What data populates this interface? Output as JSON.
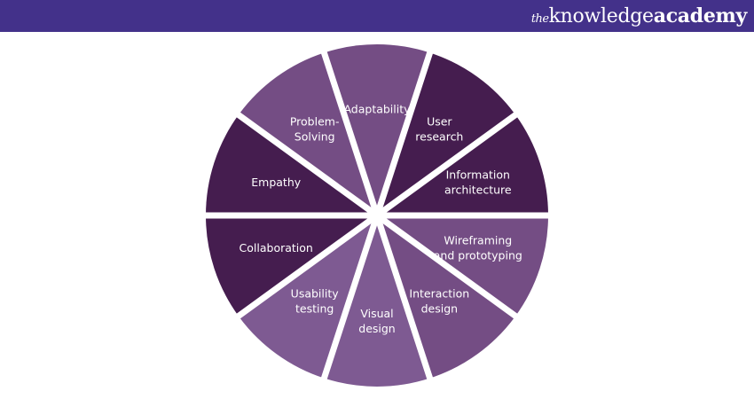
{
  "header": {
    "brand_prefix": "the",
    "brand_main": "knowledge",
    "brand_suffix": "academy",
    "background": "#43318a"
  },
  "colors": {
    "light": "#744d84",
    "medium": "#7e5a92",
    "dark": "#451d4f"
  },
  "wheel": {
    "title": "UX Designer Skills",
    "slices": [
      {
        "lines": [
          "Adaptability"
        ],
        "tone": "light"
      },
      {
        "lines": [
          "User",
          "research"
        ],
        "tone": "dark"
      },
      {
        "lines": [
          "Information",
          "architecture"
        ],
        "tone": "dark"
      },
      {
        "lines": [
          "Wireframing",
          "and prototyping"
        ],
        "tone": "light"
      },
      {
        "lines": [
          "Interaction",
          "design"
        ],
        "tone": "light"
      },
      {
        "lines": [
          "Visual",
          "design"
        ],
        "tone": "medium"
      },
      {
        "lines": [
          "Usability",
          "testing"
        ],
        "tone": "medium"
      },
      {
        "lines": [
          "Collaboration"
        ],
        "tone": "dark"
      },
      {
        "lines": [
          "Empathy"
        ],
        "tone": "dark"
      },
      {
        "lines": [
          "Problem-",
          "Solving"
        ],
        "tone": "light"
      }
    ]
  }
}
